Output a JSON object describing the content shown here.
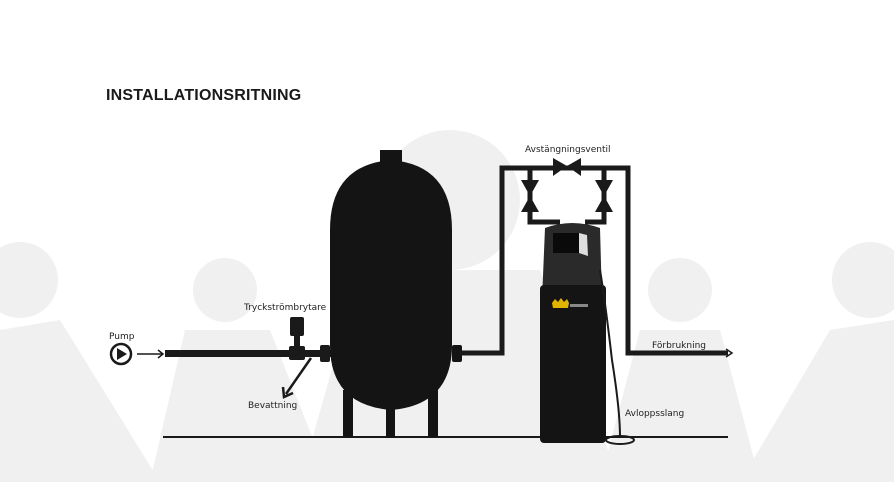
{
  "title": "INSTALLATIONSRITNING",
  "labels": {
    "pump": "Pump",
    "pressure_switch": "Tryckströmbrytare",
    "irrigation": "Bevattning",
    "shutoff_valve": "Avstängningsventil",
    "consumption": "Förbrukning",
    "drain_hose": "Avloppsslang"
  },
  "colors": {
    "ink": "#1a1a1a",
    "silhouette": "#efefef"
  }
}
